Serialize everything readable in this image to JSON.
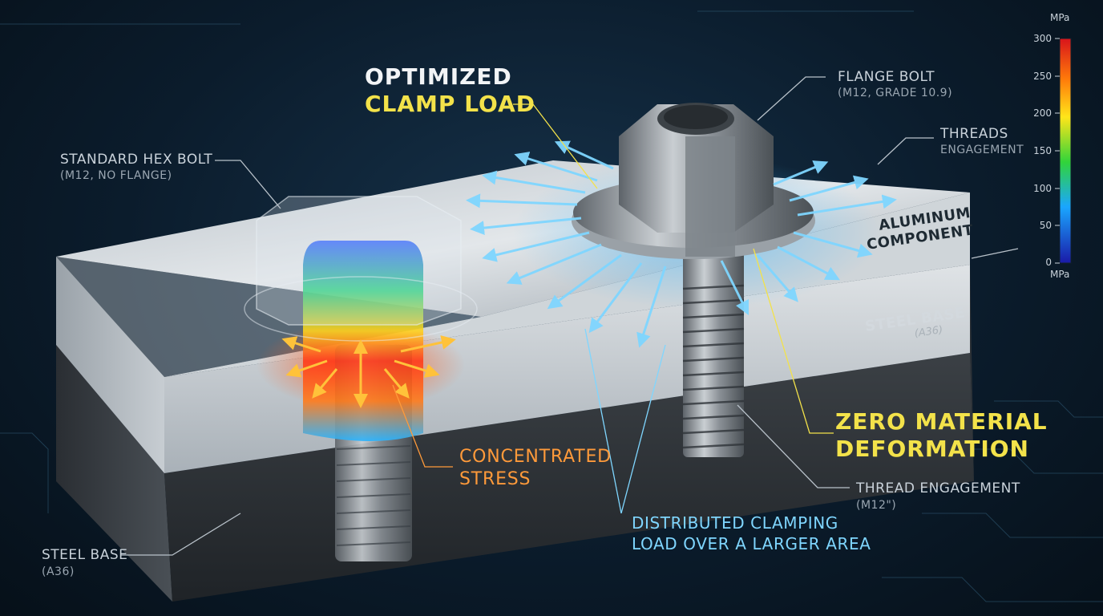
{
  "title": {
    "line1": "OPTIMIZED",
    "line2": "CLAMP LOAD"
  },
  "labels": {
    "standard_bolt": {
      "name": "STANDARD HEX BOLT",
      "spec": "(M12, NO FLANGE)"
    },
    "flange_bolt": {
      "name": "FLANGE BOLT",
      "spec": "(M12, GRADE 10.9)"
    },
    "threads": {
      "line1": "THREADS",
      "line2": "ENGAGEMENT"
    },
    "aluminum": {
      "line1": "ALUMINUM",
      "line2": "COMPONENT"
    },
    "steel_base_right": {
      "name": "STEEL BASE",
      "spec": "(A36)"
    },
    "steel_base_left": {
      "name": "STEEL BASE",
      "spec": "(A36)"
    },
    "concentrated": {
      "line1": "CONCENTRATED",
      "line2": "STRESS"
    },
    "zero_deformation": {
      "line1": "ZERO MATERIAL",
      "line2": "DEFORMATION"
    },
    "thread_engagement": {
      "name": "THREAD ENGAGEMENT",
      "spec": "(M12\")"
    },
    "distributed": {
      "line1": "DISTRIBUTED CLAMPING",
      "line2": "LOAD OVER A LARGER AREA"
    }
  },
  "scale": {
    "unit_top": "MPa",
    "unit_bottom": "MPa",
    "ticks": [
      "300",
      "250",
      "200",
      "150",
      "100",
      "50",
      "0"
    ],
    "max": 300,
    "min": 0
  },
  "colors": {
    "yellow": "#f3e24a",
    "orange": "#ff9a3a",
    "cyan": "#7fd6ff",
    "arrow_blue": "#3fb8ff"
  }
}
